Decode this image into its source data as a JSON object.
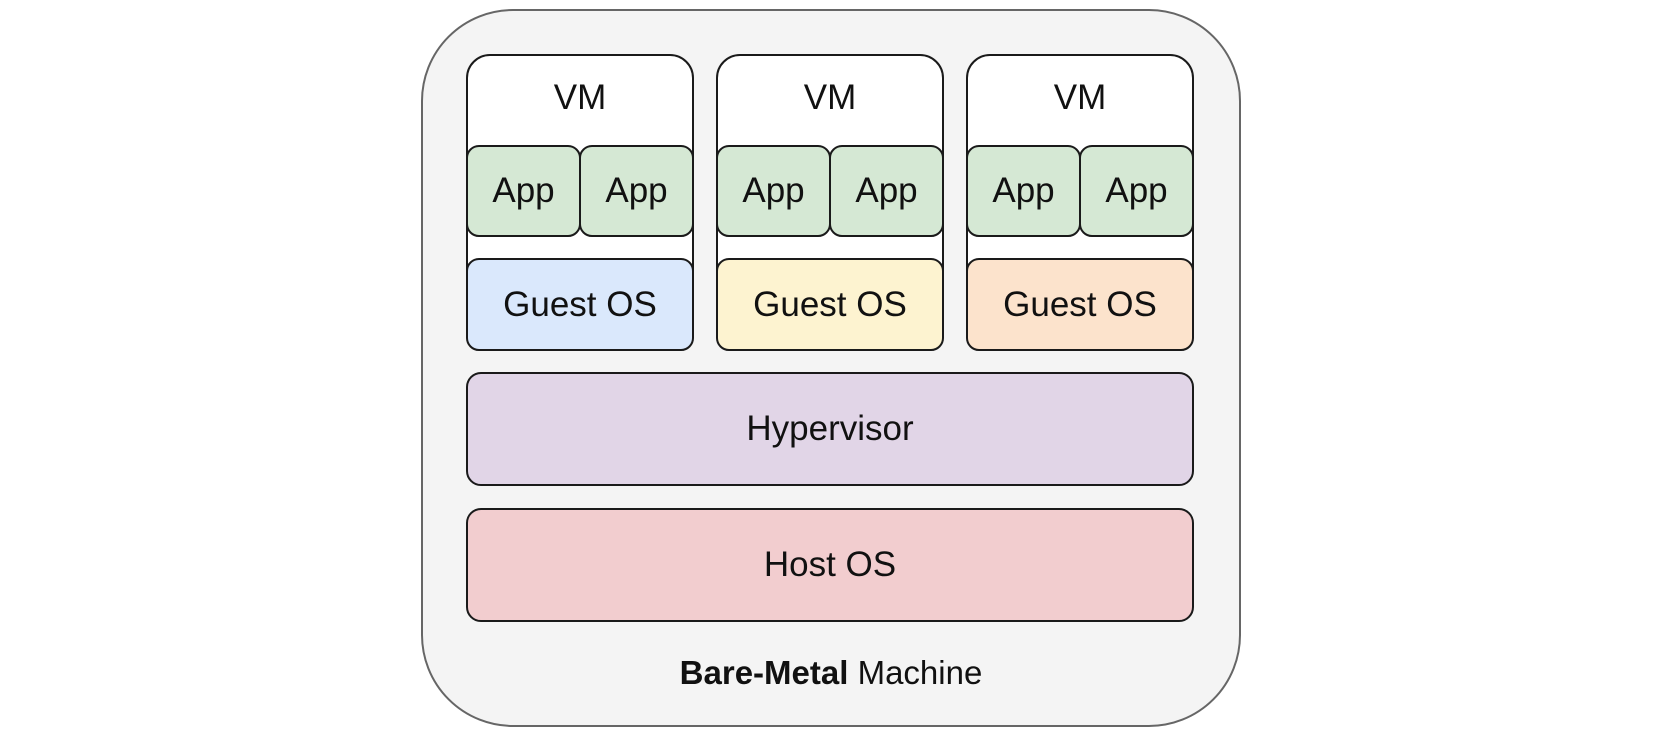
{
  "diagram": {
    "machine_label_bold": "Bare-Metal",
    "machine_label_rest": "Machine",
    "vms": [
      {
        "title": "VM",
        "apps": [
          "App",
          "App"
        ],
        "guest_os": "Guest OS",
        "guest_color": "#dae8fc"
      },
      {
        "title": "VM",
        "apps": [
          "App",
          "App"
        ],
        "guest_os": "Guest OS",
        "guest_color": "#fdf3d0"
      },
      {
        "title": "VM",
        "apps": [
          "App",
          "App"
        ],
        "guest_os": "Guest OS",
        "guest_color": "#fce3cc"
      }
    ],
    "hypervisor": "Hypervisor",
    "host_os": "Host OS",
    "colors": {
      "app": "#d5e8d4",
      "hypervisor": "#e1d5e7",
      "host_os": "#f2cdcf",
      "machine": "#f4f4f4"
    }
  }
}
